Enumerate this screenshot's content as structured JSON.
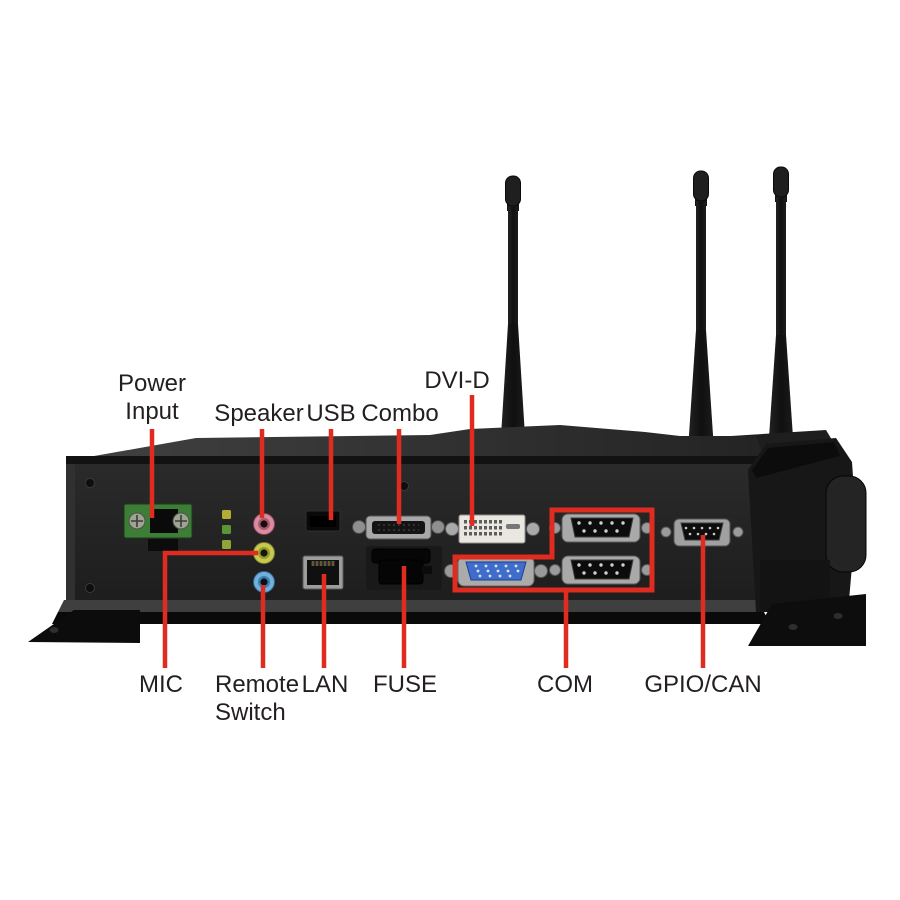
{
  "figure": {
    "labels": {
      "power_line1": "Power",
      "power_line2": "Input",
      "speaker": "Speaker",
      "usb": "USB",
      "combo": "Combo",
      "dvi": "DVI-D",
      "mic": "MIC",
      "remote_line1": "Remote",
      "remote_line2": "Switch",
      "lan": "LAN",
      "fuse": "FUSE",
      "com": "COM",
      "gpio_can": "GPIO/CAN"
    },
    "colors": {
      "annotation_red": "#df2b20",
      "label_text": "#231f20",
      "chassis": "#232323",
      "power_connector_green": "#3e7d38",
      "speaker_jack_pink": "#d98ca0",
      "mic_jack_green": "#c6c94f",
      "line_in_jack_blue": "#6fb0dc",
      "vga_blue": "#3e6dcb",
      "dvi_white": "#eae7e1"
    },
    "ports": [
      "antenna-1",
      "antenna-2",
      "antenna-3",
      "power-terminal",
      "status-leds",
      "speaker-jack",
      "mic-jack",
      "line-in-jack",
      "usb-port",
      "lan-port",
      "combo-port",
      "dvi-d-port",
      "fuse-holder",
      "vga-port",
      "com-port-1",
      "com-port-2",
      "gpio-can-port"
    ]
  }
}
